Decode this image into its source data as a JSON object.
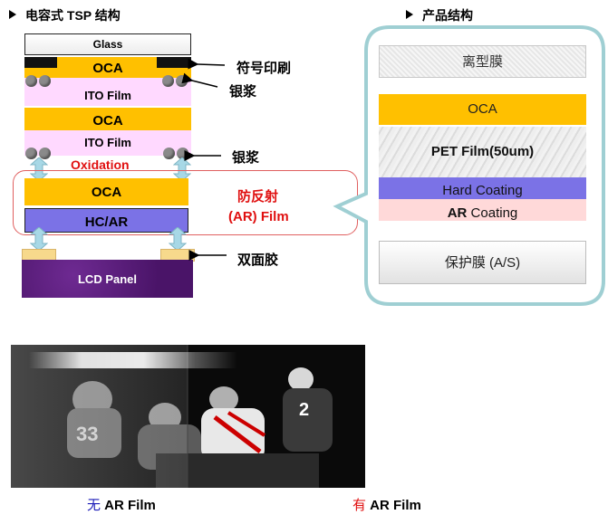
{
  "left_title": "电容式 TSP 结构",
  "right_title": "产品结构",
  "left_stack": {
    "glass": "Glass",
    "oca1": "OCA",
    "ito1": "ITO Film",
    "oca2": "OCA",
    "ito2": "ITO Film",
    "oxidation": "Oxidation",
    "oca3": "OCA",
    "hcar": "HC/AR",
    "lcd": "LCD Panel"
  },
  "callouts": {
    "print": "符号印刷",
    "silver1": "银浆",
    "silver2": "银浆",
    "ar_film_line1": "防反射",
    "ar_film_line2": "(AR) Film",
    "double_tape": "双面胶"
  },
  "right_stack": {
    "release": "离型膜",
    "oca": "OCA",
    "pet": "PET Film(50um)",
    "hard_coating": "Hard Coating",
    "ar_coating_bold": "AR",
    "ar_coating_rest": " Coating",
    "protect": "保护膜 (A/S)"
  },
  "captions": {
    "no_char": "无",
    "no_rest": " AR Film",
    "yes_char": "有",
    "yes_rest": " AR Film"
  },
  "colors": {
    "oca": "#ffc000",
    "ito": "#ffd9ff",
    "hcar": "#7b72e6",
    "lcd": "#5a1e7a",
    "callout_border": "#9fcfd3",
    "red": "#e01010",
    "blue": "#1a1ab8"
  }
}
